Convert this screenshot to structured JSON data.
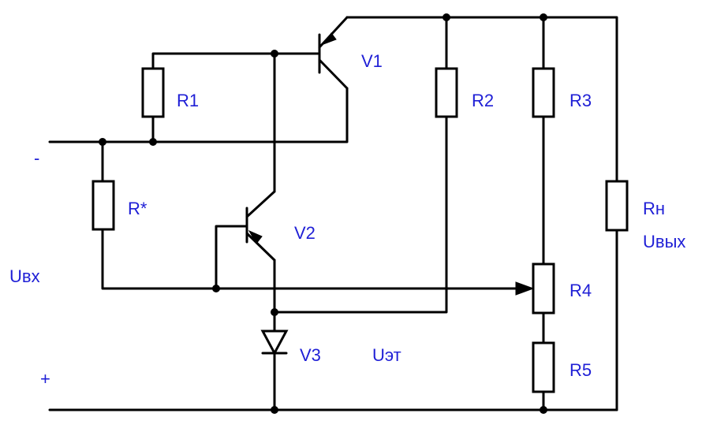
{
  "colors": {
    "label": "#1f1fd6",
    "wire": "#000000",
    "background": "#ffffff"
  },
  "labels": {
    "r1": "R1",
    "r2": "R2",
    "r3": "R3",
    "r4": "R4",
    "r5": "R5",
    "r_star": "R*",
    "rn": "Rн",
    "v1": "V1",
    "v2": "V2",
    "v3": "V3",
    "u_in": "Uвх",
    "u_out": "Uвых",
    "u_ref": "Uэт",
    "minus": "-",
    "plus": "+"
  }
}
